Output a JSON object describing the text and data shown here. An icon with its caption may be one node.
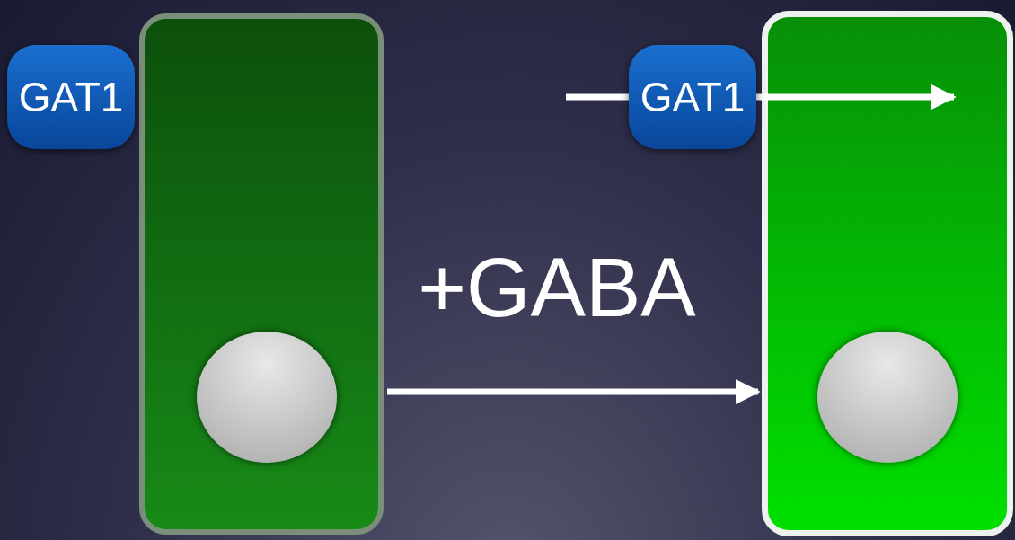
{
  "diagram": {
    "nodes": [
      {
        "text": [],
        "shape": "box"
      },
      {
        "text": [
          "GAT1"
        ]
      },
      {
        "text": [],
        "shape": "circle",
        "in": 0
      },
      {
        "text": [],
        "shape": "box"
      },
      {
        "text": [
          "GAT1"
        ]
      },
      {
        "text": [],
        "shape": "circle",
        "in": 3
      }
    ],
    "edges": [
      {
        "from": 0,
        "to": 3,
        "arrow": "to",
        "label": "+GABA"
      }
    ]
  }
}
